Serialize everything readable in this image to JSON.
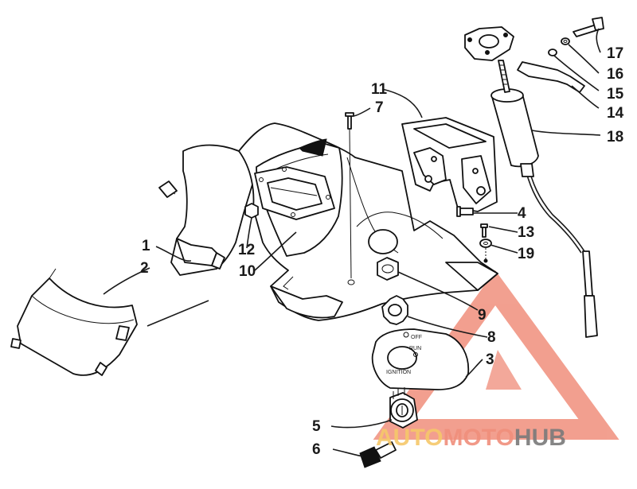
{
  "diagram": {
    "callouts": [
      {
        "id": "1",
        "label": "1"
      },
      {
        "id": "2",
        "label": "2"
      },
      {
        "id": "3",
        "label": "3"
      },
      {
        "id": "4",
        "label": "4"
      },
      {
        "id": "5",
        "label": "5"
      },
      {
        "id": "6",
        "label": "6"
      },
      {
        "id": "7",
        "label": "7"
      },
      {
        "id": "8",
        "label": "8"
      },
      {
        "id": "9",
        "label": "9"
      },
      {
        "id": "10",
        "label": "10"
      },
      {
        "id": "11",
        "label": "11"
      },
      {
        "id": "12",
        "label": "12"
      },
      {
        "id": "13",
        "label": "13"
      },
      {
        "id": "14",
        "label": "14"
      },
      {
        "id": "15",
        "label": "15"
      },
      {
        "id": "16",
        "label": "16"
      },
      {
        "id": "17",
        "label": "17"
      },
      {
        "id": "18",
        "label": "18"
      },
      {
        "id": "19",
        "label": "19"
      }
    ],
    "switch_plate": {
      "off": "OFF",
      "run": "RUN",
      "ignition": "IGNITION"
    }
  },
  "watermark": {
    "part1": "AUTO",
    "part2": "MOTO",
    "part3": "HUB",
    "color_light": "#f6c86a",
    "color_mid": "#f08f7c",
    "color_dark": "#7a7a7a"
  }
}
